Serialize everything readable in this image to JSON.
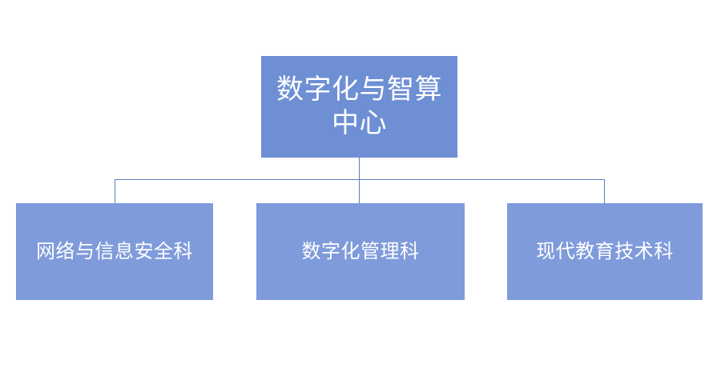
{
  "chart": {
    "type": "org-chart",
    "background_color": "#ffffff",
    "root": {
      "id": "root",
      "label": "数字化与智算\n中心",
      "label_plain": "数字化与智算中心",
      "fill_color": "#6e8fd4",
      "text_color": "#ffffff"
    },
    "children": [
      {
        "id": "child-1",
        "label": "网络与信息安全科",
        "fill_color": "#7f9bdb",
        "text_color": "#ffffff"
      },
      {
        "id": "child-2",
        "label": "数字化管理科",
        "fill_color": "#7f9bdb",
        "text_color": "#ffffff"
      },
      {
        "id": "child-3",
        "label": "现代教育技术科",
        "fill_color": "#7f9bdb",
        "text_color": "#ffffff"
      }
    ],
    "connector_color": "#5b7bc4"
  }
}
